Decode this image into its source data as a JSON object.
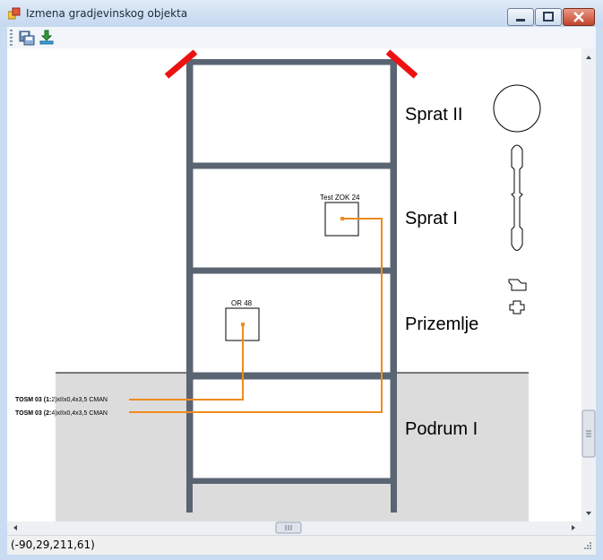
{
  "window": {
    "title": "Izmena gradjevinskog objekta"
  },
  "toolbar": {
    "buttons": [
      {
        "icon": "save-icon"
      },
      {
        "icon": "download-icon"
      }
    ]
  },
  "floors": [
    {
      "label": "Sprat II"
    },
    {
      "label": "Sprat I"
    },
    {
      "label": "Prizemlje"
    },
    {
      "label": "Podrum I"
    }
  ],
  "devices": [
    {
      "label": "Test ZOK 24"
    },
    {
      "label": "OR 48"
    }
  ],
  "cables": [
    {
      "name": "TOSM 03 (1:",
      "desc": "2)xIIx0,4x3,5 CMAN"
    },
    {
      "name": "TOSM 03 (2:",
      "desc": "4)xIIx0,4x3,5 CMAN"
    }
  ],
  "status": {
    "coords": "(-90,29,211,61)"
  },
  "colors": {
    "frame": "#5a6472",
    "cable": "#f08a1e",
    "underground": "#dcdcdc",
    "roof": "#ee1111"
  }
}
